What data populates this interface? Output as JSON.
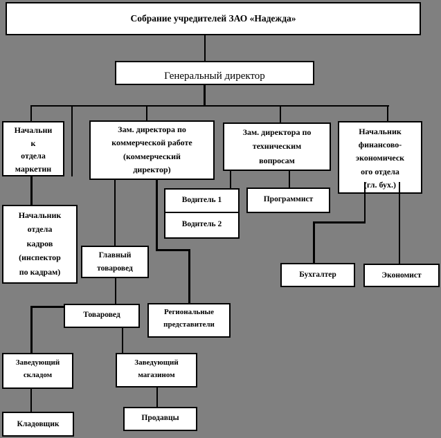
{
  "diagram": {
    "type": "org-chart",
    "colors": {
      "background": "#808080",
      "box_fill": "#ffffff",
      "line": "#000000",
      "text": "#000000"
    },
    "nodes": {
      "founders": "Собрание учредителей ЗАО «Надежда»",
      "general_director": "Генеральный директор",
      "marketing_head": "Начальни\nк\nотдела\nмаркетин",
      "commercial_deputy": "Зам. директора по\nкоммерческой работе\n(коммерческий\nдиректор)",
      "technical_deputy": "Зам. директора по\nтехническим\nвопросам",
      "finance_head": "Начальник\nфинансово-\nэкономическ\nого отдела\n(гл. бух.)",
      "hr_head": "Начальник\nотдела\nкадров\n(инспектор\nпо кадрам)",
      "driver1": "Водитель 1",
      "driver2": "Водитель 2",
      "programmer": "Программист",
      "chief_merchandiser": "Главный\nтоваровед",
      "accountant": "Бухгалтер",
      "economist": "Экономист",
      "merchandiser": "Товаровед",
      "regional_reps": "Региональные\nпредставители",
      "warehouse_manager": "Заведующий\nскладом",
      "store_manager": "Заведующий\nмагазином",
      "storekeeper": "Кладовщик",
      "salespeople": "Продавцы"
    },
    "edges": [
      "founders -> general_director",
      "general_director -> marketing_head",
      "general_director -> commercial_deputy",
      "general_director -> technical_deputy",
      "general_director -> finance_head",
      "marketing_head -> hr_head",
      "commercial_deputy -> chief_merchandiser",
      "commercial_deputy -> regional_reps",
      "technical_deputy -> driver1",
      "technical_deputy -> programmer",
      "finance_head -> accountant",
      "finance_head -> economist",
      "chief_merchandiser -> merchandiser",
      "merchandiser -> warehouse_manager",
      "merchandiser -> store_manager",
      "warehouse_manager -> storekeeper",
      "store_manager -> salespeople"
    ]
  }
}
